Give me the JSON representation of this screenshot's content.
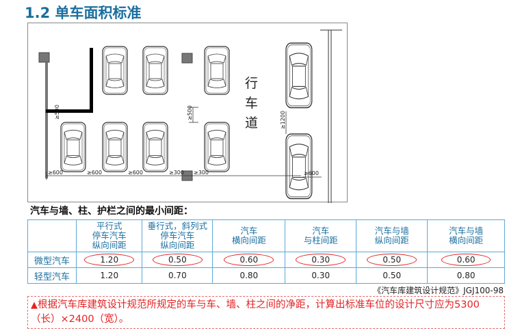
{
  "title": "1.2 单车面积标准",
  "diagram": {
    "lane_label": [
      "行",
      "车",
      "道"
    ],
    "dims": {
      "wall_car": "≥600",
      "car_car": "≥600",
      "car_car2": "≥600",
      "car_col_left": "≥300",
      "car_col_right": "≥300",
      "wall_side": "≥500",
      "car_end": "≥500",
      "car_gap_parallel": "≥1200",
      "parallel_wall": "≥600"
    }
  },
  "subheading": "汽车与墙、柱、护栏之间的最小间距：",
  "table": {
    "headers": [
      "",
      "平行式\n停车汽车\n纵向间距",
      "垂行式，斜列式\n停车汽车\n纵向间距",
      "汽车\n横向间距",
      "汽车\n与柱间距",
      "汽车与墙\n纵向间距",
      "汽车与墙\n横向间距"
    ],
    "rows": [
      {
        "label": "微型汽车",
        "values": [
          "1.20",
          "0.50",
          "0.60",
          "0.30",
          "0.50",
          "0.60"
        ],
        "highlighted": true
      },
      {
        "label": "轻型汽车",
        "values": [
          "1.20",
          "0.70",
          "0.80",
          "0.30",
          "0.50",
          "0.80"
        ],
        "highlighted": false
      }
    ]
  },
  "citation": "《汽车库建筑设计规范》JGJ100-98",
  "note": {
    "marker": "▲",
    "text": "根据汽车库建筑设计规范所规定的车与车、墙、柱之间的净距，计算出标准车位的设计尺寸应为5300（长）×2400（宽）。"
  },
  "colors": {
    "title": "#1a6e9e",
    "accent_red": "#e52222",
    "table_border": "#5aa9d6"
  }
}
